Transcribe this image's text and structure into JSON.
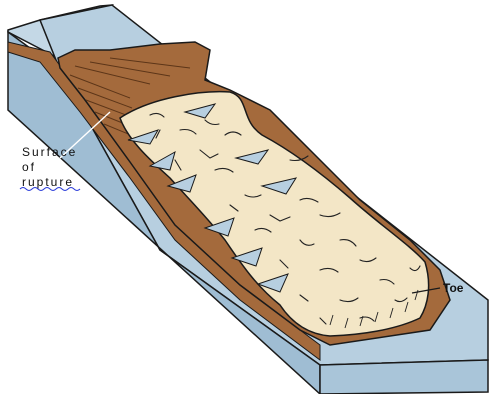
{
  "labels": {
    "rupture_line1": "Surface",
    "rupture_line2": "of",
    "rupture_line3": "rupture",
    "toe": "Toe"
  },
  "colors": {
    "slope_face": "#b7cfe0",
    "slope_side": "#9fbdd3",
    "outline": "#1a1a1a",
    "exposed_soil": "#a46a3c",
    "soil_dark": "#7a4a25",
    "slide_mass": "#f3e6c6",
    "crack": "#222222",
    "spell_underline": "#2a3bd9"
  }
}
